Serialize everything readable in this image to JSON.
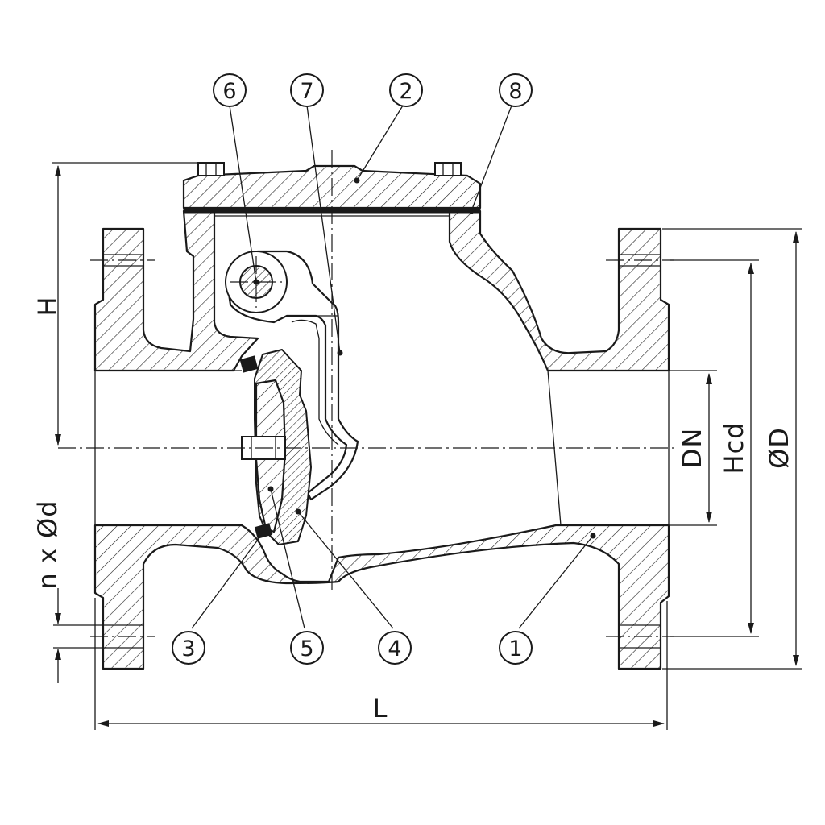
{
  "part_balloons": [
    {
      "id": "balloon-6",
      "label": "6"
    },
    {
      "id": "balloon-7",
      "label": "7"
    },
    {
      "id": "balloon-2",
      "label": "2"
    },
    {
      "id": "balloon-8",
      "label": "8"
    },
    {
      "id": "balloon-3",
      "label": "3"
    },
    {
      "id": "balloon-5",
      "label": "5"
    },
    {
      "id": "balloon-4",
      "label": "4"
    },
    {
      "id": "balloon-1",
      "label": "1"
    }
  ],
  "dimensions": {
    "height_label": "H",
    "bolt_holes_label": "n x Ød",
    "length_label": "L",
    "nominal_diameter_label": "DN",
    "bolt_circle_label": "Hcd",
    "flange_diameter_label": "ØD"
  },
  "colors": {
    "line": "#1a1a1a",
    "background": "#ffffff"
  }
}
